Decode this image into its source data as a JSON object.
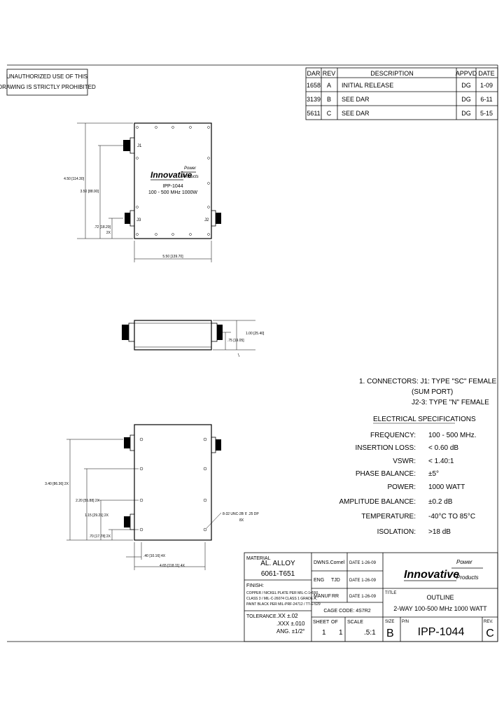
{
  "notice": {
    "line1": "UNAUTHORIZED USE OF THIS",
    "line2": "DRAWING IS STRICTLY PROHIBITED"
  },
  "revisions": {
    "headers": [
      "DAR",
      "REV",
      "DESCRIPTION",
      "APPVD",
      "DATE"
    ],
    "rows": [
      {
        "dar": "1658",
        "rev": "A",
        "desc": "INITIAL RELEASE",
        "appvd": "DG",
        "date": "1-09"
      },
      {
        "dar": "3139",
        "rev": "B",
        "desc": "SEE DAR",
        "appvd": "DG",
        "date": "6-11"
      },
      {
        "dar": "5611",
        "rev": "C",
        "desc": "SEE DAR",
        "appvd": "DG",
        "date": "5-15"
      }
    ]
  },
  "top_view": {
    "logo_main": "Innovative",
    "logo_power": "Power",
    "logo_products": "Products",
    "part_label": "IPP-1044",
    "spec_label": "100 - 500 MHz 1000W",
    "port_j1": "J1",
    "port_j2": "J2",
    "port_j3": "J3",
    "dim_height": "4.50 [114.30]",
    "dim_j1": "3.50 [88.90]",
    "dim_j3": ".72 [18.29]",
    "dim_j3_count": "2X",
    "dim_width": "5.50 [139.70]"
  },
  "side_view": {
    "dim_thick": "1.00 [25.40]",
    "dim_offset": ".75 [19.05]"
  },
  "bottom_view": {
    "dim_a": "3.40 [86.36] 2X",
    "dim_b": "2.20 [55.88] 2X",
    "dim_c": "1.15 [29.21] 2X",
    "dim_d": ".70 [17.78] 2X",
    "dim_e": ".40 [10.16] 4X",
    "dim_f": "4.65 [118.11] 4X",
    "hole_callout_1": "8-32 UNC-2B ⊽ .25 DP",
    "hole_callout_2": "8X"
  },
  "notes": {
    "connectors_1": "1. CONNECTORS: J1: TYPE \"SC\" FEMALE",
    "connectors_2": "(SUM PORT)",
    "connectors_3": "J2-3: TYPE \"N\" FEMALE"
  },
  "specs": {
    "title": "ELECTRICAL SPECIFICATIONS",
    "rows": [
      {
        "label": "FREQUENCY:",
        "value": "100 - 500 MHz."
      },
      {
        "label": "INSERTION LOSS:",
        "value": "< 0.60 dB"
      },
      {
        "label": "VSWR:",
        "value": "< 1.40:1"
      },
      {
        "label": "PHASE BALANCE:",
        "value": "±5°"
      },
      {
        "label": "POWER:",
        "value": "1000 WATT"
      },
      {
        "label": "AMPLITUDE BALANCE:",
        "value": "±0.2 dB"
      },
      {
        "label": "TEMPERATURE:",
        "value": "-40°C TO 85°C"
      },
      {
        "label": "ISOLATION:",
        "value": ">18 dB"
      }
    ]
  },
  "title_block": {
    "material_label": "MATERIAL",
    "material_1": "AL. ALLOY",
    "material_2": "6061-T651",
    "finish_label": "FINISH:",
    "finish_1": "COPPER / NICKEL PLATE PER MIL-C-14550,",
    "finish_2": "CLASS 3 / MIL-C-26074 CLASS 1 GRADE A,",
    "finish_3": "PAINT BLACK PER MIL-PRF-24712 / TT-E-529",
    "tol_label": "TOLERANCE",
    "tol_1": ".XX ±.02",
    "tol_2": ".XXX ±.010",
    "tol_3": "ANG. ±1/2°",
    "dwn_label": "DWN",
    "dwn_val": "S.Cornel",
    "dwn_date": "DATE 1-26-09",
    "eng_label": "ENG",
    "eng_val": "TJD",
    "eng_date": "DATE 1-26-09",
    "manuf_label": "MANUF",
    "manuf_val": "RR",
    "manuf_date": "DATE 1-26-09",
    "cage_code": "CAGE CODE: 4S7R2",
    "sheet_label": "SHEET",
    "of_label": "OF",
    "sheet_val": "1",
    "of_val": "1",
    "scale_label": "SCALE",
    "scale_val": ".5:1",
    "logo_main": "Innovative",
    "logo_power": "Power",
    "logo_products": "Products",
    "title_label": "TITLE",
    "title_1": "OUTLINE",
    "title_2": "2-WAY 100-500 MHz 1000 WATT",
    "size_label": "SIZE",
    "pn_label": "P/N",
    "size_val": "B",
    "pn_val": "IPP-1044",
    "rev_label": "REV.",
    "rev_val": "C"
  }
}
